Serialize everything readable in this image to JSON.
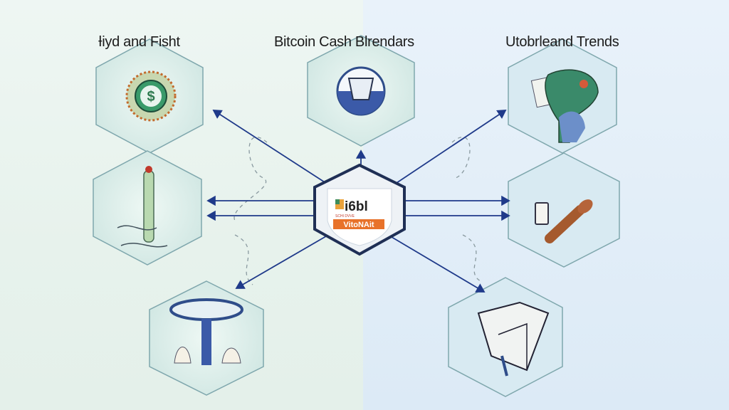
{
  "titles": {
    "left": "Ɨiyd and Fisht",
    "center": "Bitcoin Cash Blrendars",
    "right": "Utobrleand Trends"
  },
  "center_badge": {
    "logo_text": "i6bl",
    "subtext": "SCHI DVVE",
    "banner": "VitoNAit"
  },
  "colors": {
    "arrow": "#1f3a8a",
    "banner": "#e8722a",
    "hex_fill": "#dceee9"
  }
}
